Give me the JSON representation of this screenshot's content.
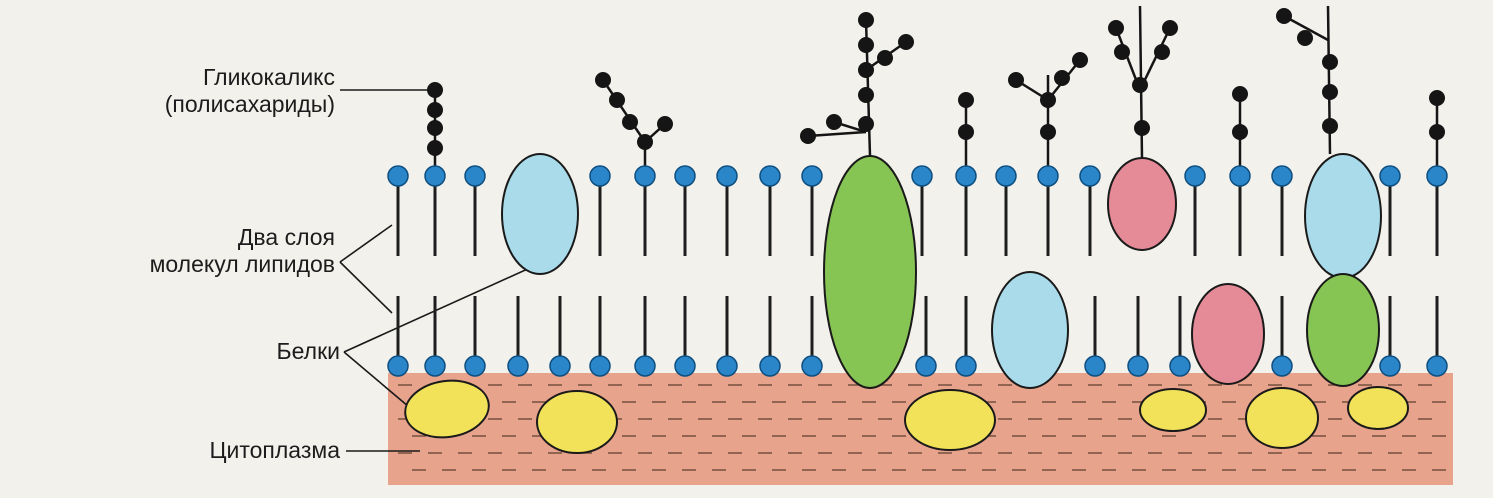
{
  "labels": {
    "glycocalyx_line1": "Гликокаликс",
    "glycocalyx_line2": "(полисахариды)",
    "bilayer_line1": "Два слоя",
    "bilayer_line2": "молекул липидов",
    "proteins": "Белки",
    "cytoplasm": "Цитоплазма"
  },
  "colors": {
    "background": "#f3f1ec",
    "cytoplasm_fill": "#e7a38c",
    "lipid_head": "#2a86c8",
    "lipid_tail": "#1e1e1e",
    "polysaccharide_bead": "#151515",
    "protein_blue": "#a9dbea",
    "protein_green": "#86c454",
    "protein_pink": "#e58a97",
    "protein_yellow": "#f1e25a"
  },
  "icons": {
    "lipid": "lipid-molecule-icon",
    "polysaccharide": "polysaccharide-chain-icon",
    "protein": "protein-globule-icon"
  }
}
